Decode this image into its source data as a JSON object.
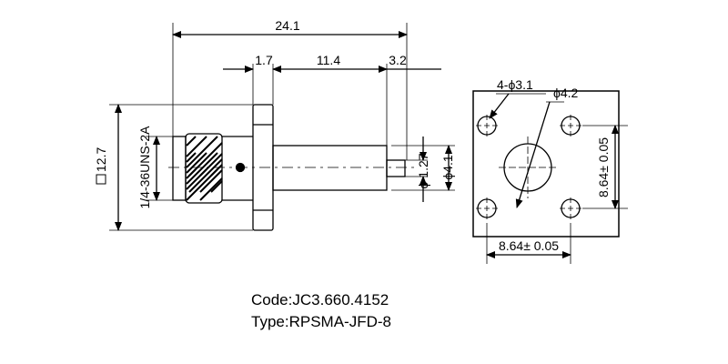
{
  "dimensions": {
    "overall_length": "24.1",
    "flange_thickness": "1.7",
    "body_length": "11.4",
    "pin_length": "3.2",
    "flange_square": "12.7",
    "thread_spec": "1/4-36UNS-2A",
    "pin_diameter": "1.27",
    "pin_diameter_prefix": "ϕ",
    "body_diameter": "ϕ4.1",
    "mount_holes": "4-ϕ3.1",
    "center_hole": "ϕ4.2",
    "hole_spacing_x": "8.64± 0.05",
    "hole_spacing_y": "8.64± 0.05"
  },
  "caption": {
    "code": "Code:JC3.660.4152",
    "type": "Type:RPSMA-JFD-8"
  }
}
